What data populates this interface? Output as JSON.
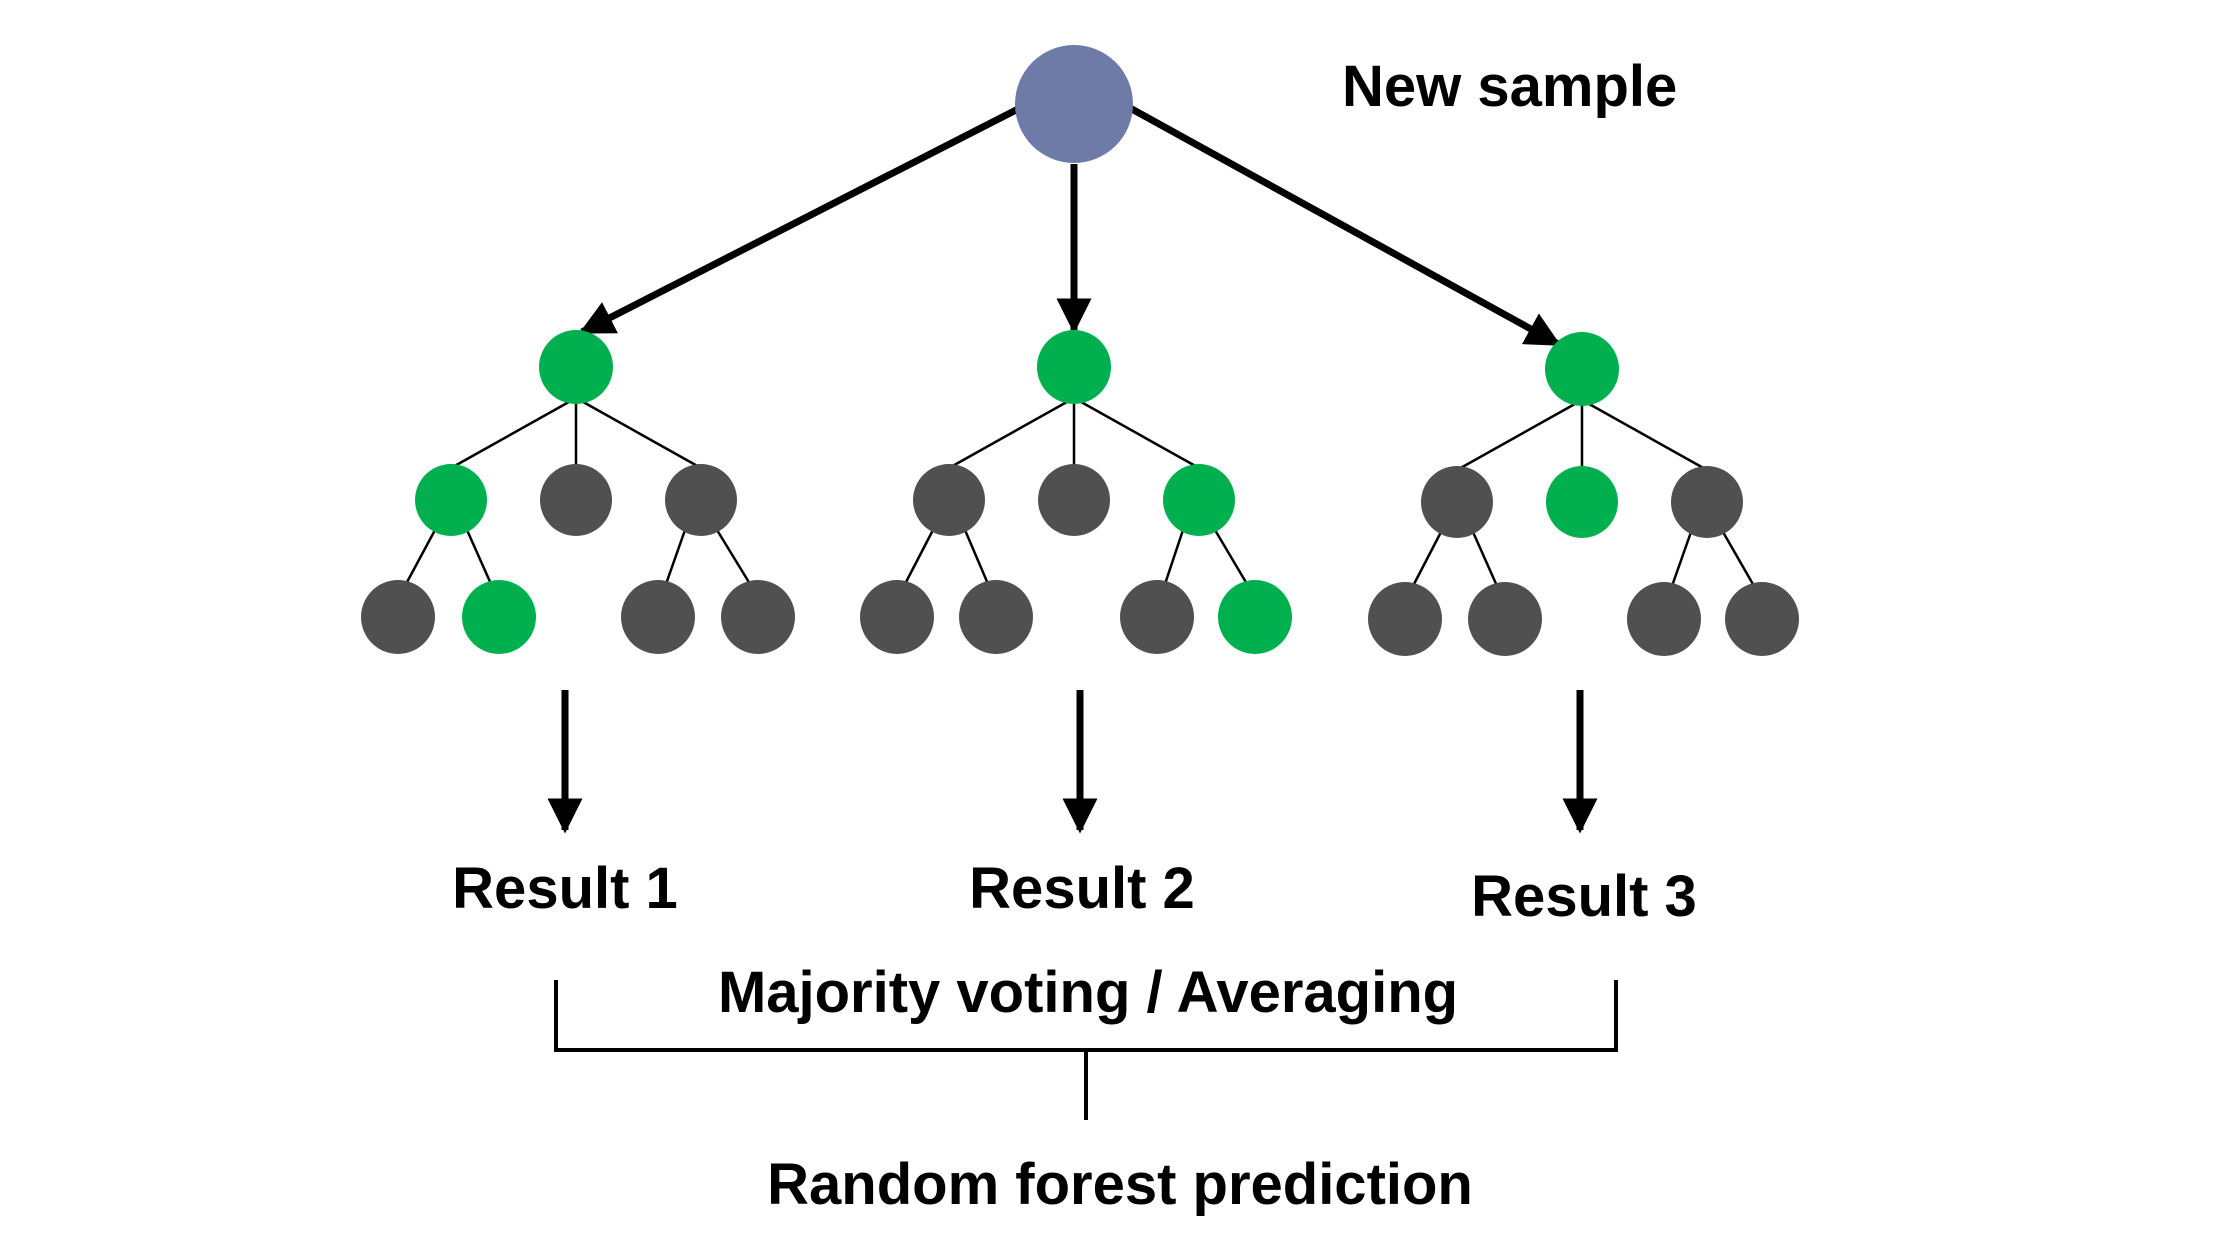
{
  "labels": {
    "new_sample": "New sample",
    "results": [
      "Result 1",
      "Result 2",
      "Result 3"
    ],
    "aggregation": "Majority voting / Averaging",
    "prediction": "Random forest prediction"
  },
  "colors": {
    "root": "#6f7ba7",
    "path_node": "#00b04f",
    "other_node": "#505050",
    "arrow": "#000000",
    "edge": "#000000"
  },
  "trees": [
    {
      "name": "tree-1",
      "path": [
        "child-1",
        "leaf-1-2"
      ]
    },
    {
      "name": "tree-2",
      "path": [
        "child-3",
        "leaf-3-2"
      ]
    },
    {
      "name": "tree-3",
      "path": [
        "child-2"
      ]
    }
  ]
}
